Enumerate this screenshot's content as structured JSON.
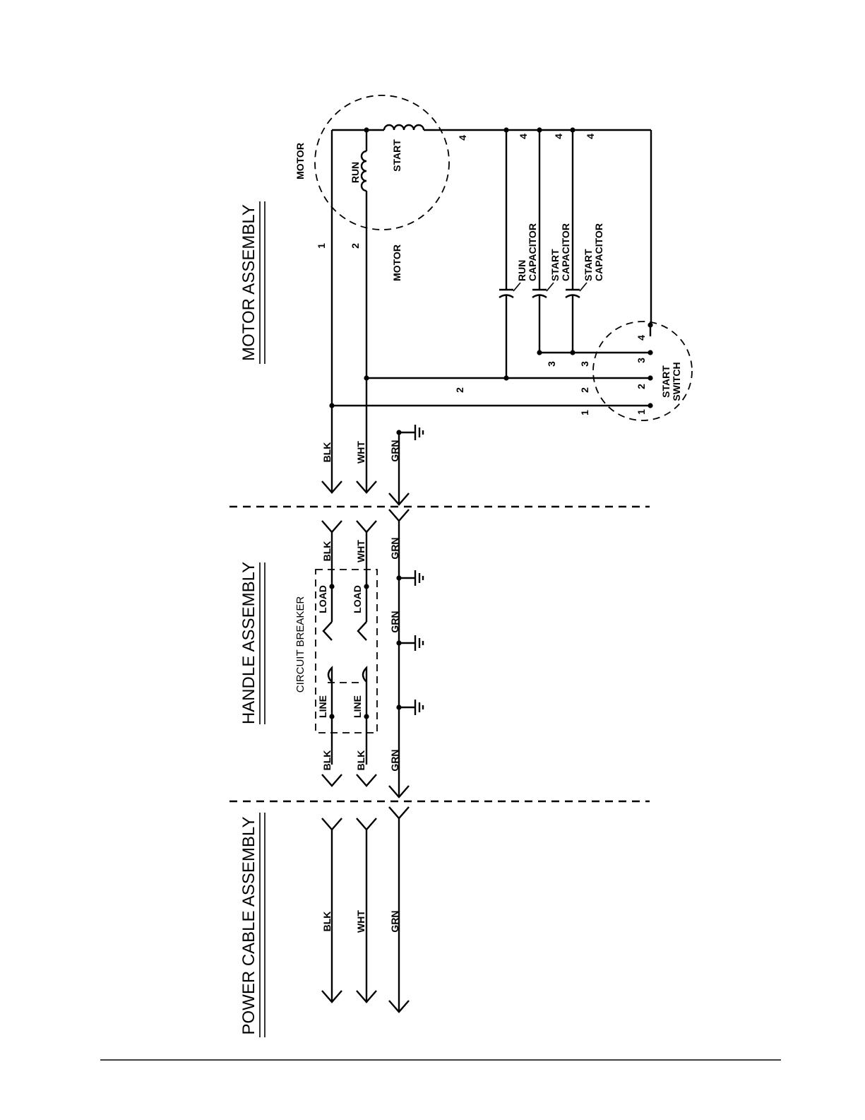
{
  "sections": {
    "motor": "MOTOR ASSEMBLY",
    "handle": "HANDLE ASSEMBLY",
    "power": "POWER CABLE ASSEMBLY"
  },
  "wires": {
    "blk": "BLK",
    "wht": "WHT",
    "grn": "GRN"
  },
  "motor": {
    "label_upper": "MOTOR",
    "label_lower": "MOTOR",
    "run_winding": "RUN",
    "start_winding": "START"
  },
  "capacitors": {
    "run_line1": "RUN",
    "run_line2": "CAPACITOR",
    "start_line1": "START",
    "start_line2": "CAPACITOR"
  },
  "start_switch": {
    "line1": "START",
    "line2": "SWITCH"
  },
  "circuit_breaker": {
    "title": "CIRCUIT BREAKER",
    "load": "LOAD",
    "line": "LINE"
  },
  "terminals": {
    "t1": "1",
    "t2": "2",
    "t3": "3",
    "t4": "4"
  }
}
